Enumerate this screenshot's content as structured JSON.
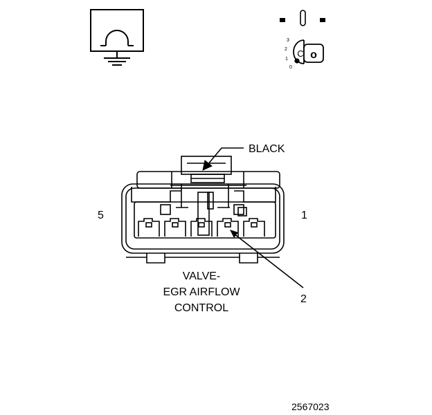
{
  "colors": {
    "ink": "#000000",
    "paper": "#ffffff",
    "key_head": "#ffffff"
  },
  "icons": {
    "ohmmeter": "ohmmeter-ground-icon",
    "ignition": "ignition-switch-key-icon"
  },
  "ignition_switch": {
    "positions": [
      "3",
      "2",
      "1",
      "0"
    ]
  },
  "connector": {
    "color_label": "BLACK",
    "pin_left": "5",
    "pin_right": "1",
    "pin_callout": "2",
    "name_lines": [
      "VALVE-",
      "EGR AIRFLOW",
      "CONTROL"
    ]
  },
  "figure_id": "2567023"
}
